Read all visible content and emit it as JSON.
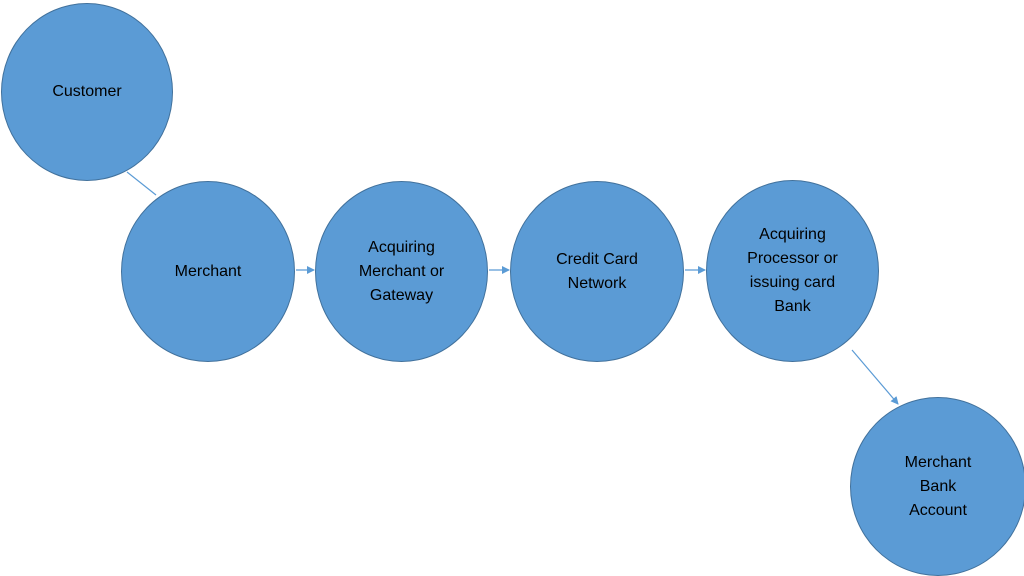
{
  "diagram": {
    "colors": {
      "node_fill": "#5b9bd5",
      "node_stroke": "#41719c",
      "connector": "#5b9bd5",
      "text": "#000000"
    },
    "nodes": {
      "customer": {
        "label": "Customer"
      },
      "merchant": {
        "label": "Merchant"
      },
      "acquiring_merchant": {
        "label": "Acquiring\nMerchant or\nGateway"
      },
      "credit_card_network": {
        "label": "Credit Card\nNetwork"
      },
      "acquiring_processor": {
        "label": "Acquiring\nProcessor or\nissuing card\nBank"
      },
      "merchant_bank": {
        "label": "Merchant\nBank\nAccount"
      }
    },
    "edges": [
      {
        "from": "Customer",
        "to": "Merchant",
        "arrow": false
      },
      {
        "from": "Merchant",
        "to": "Acquiring Merchant or Gateway",
        "arrow": true
      },
      {
        "from": "Acquiring Merchant or Gateway",
        "to": "Credit Card Network",
        "arrow": true
      },
      {
        "from": "Credit Card Network",
        "to": "Acquiring Processor or issuing card Bank",
        "arrow": true
      },
      {
        "from": "Acquiring Processor or issuing card Bank",
        "to": "Merchant Bank Account",
        "arrow": true
      }
    ]
  }
}
